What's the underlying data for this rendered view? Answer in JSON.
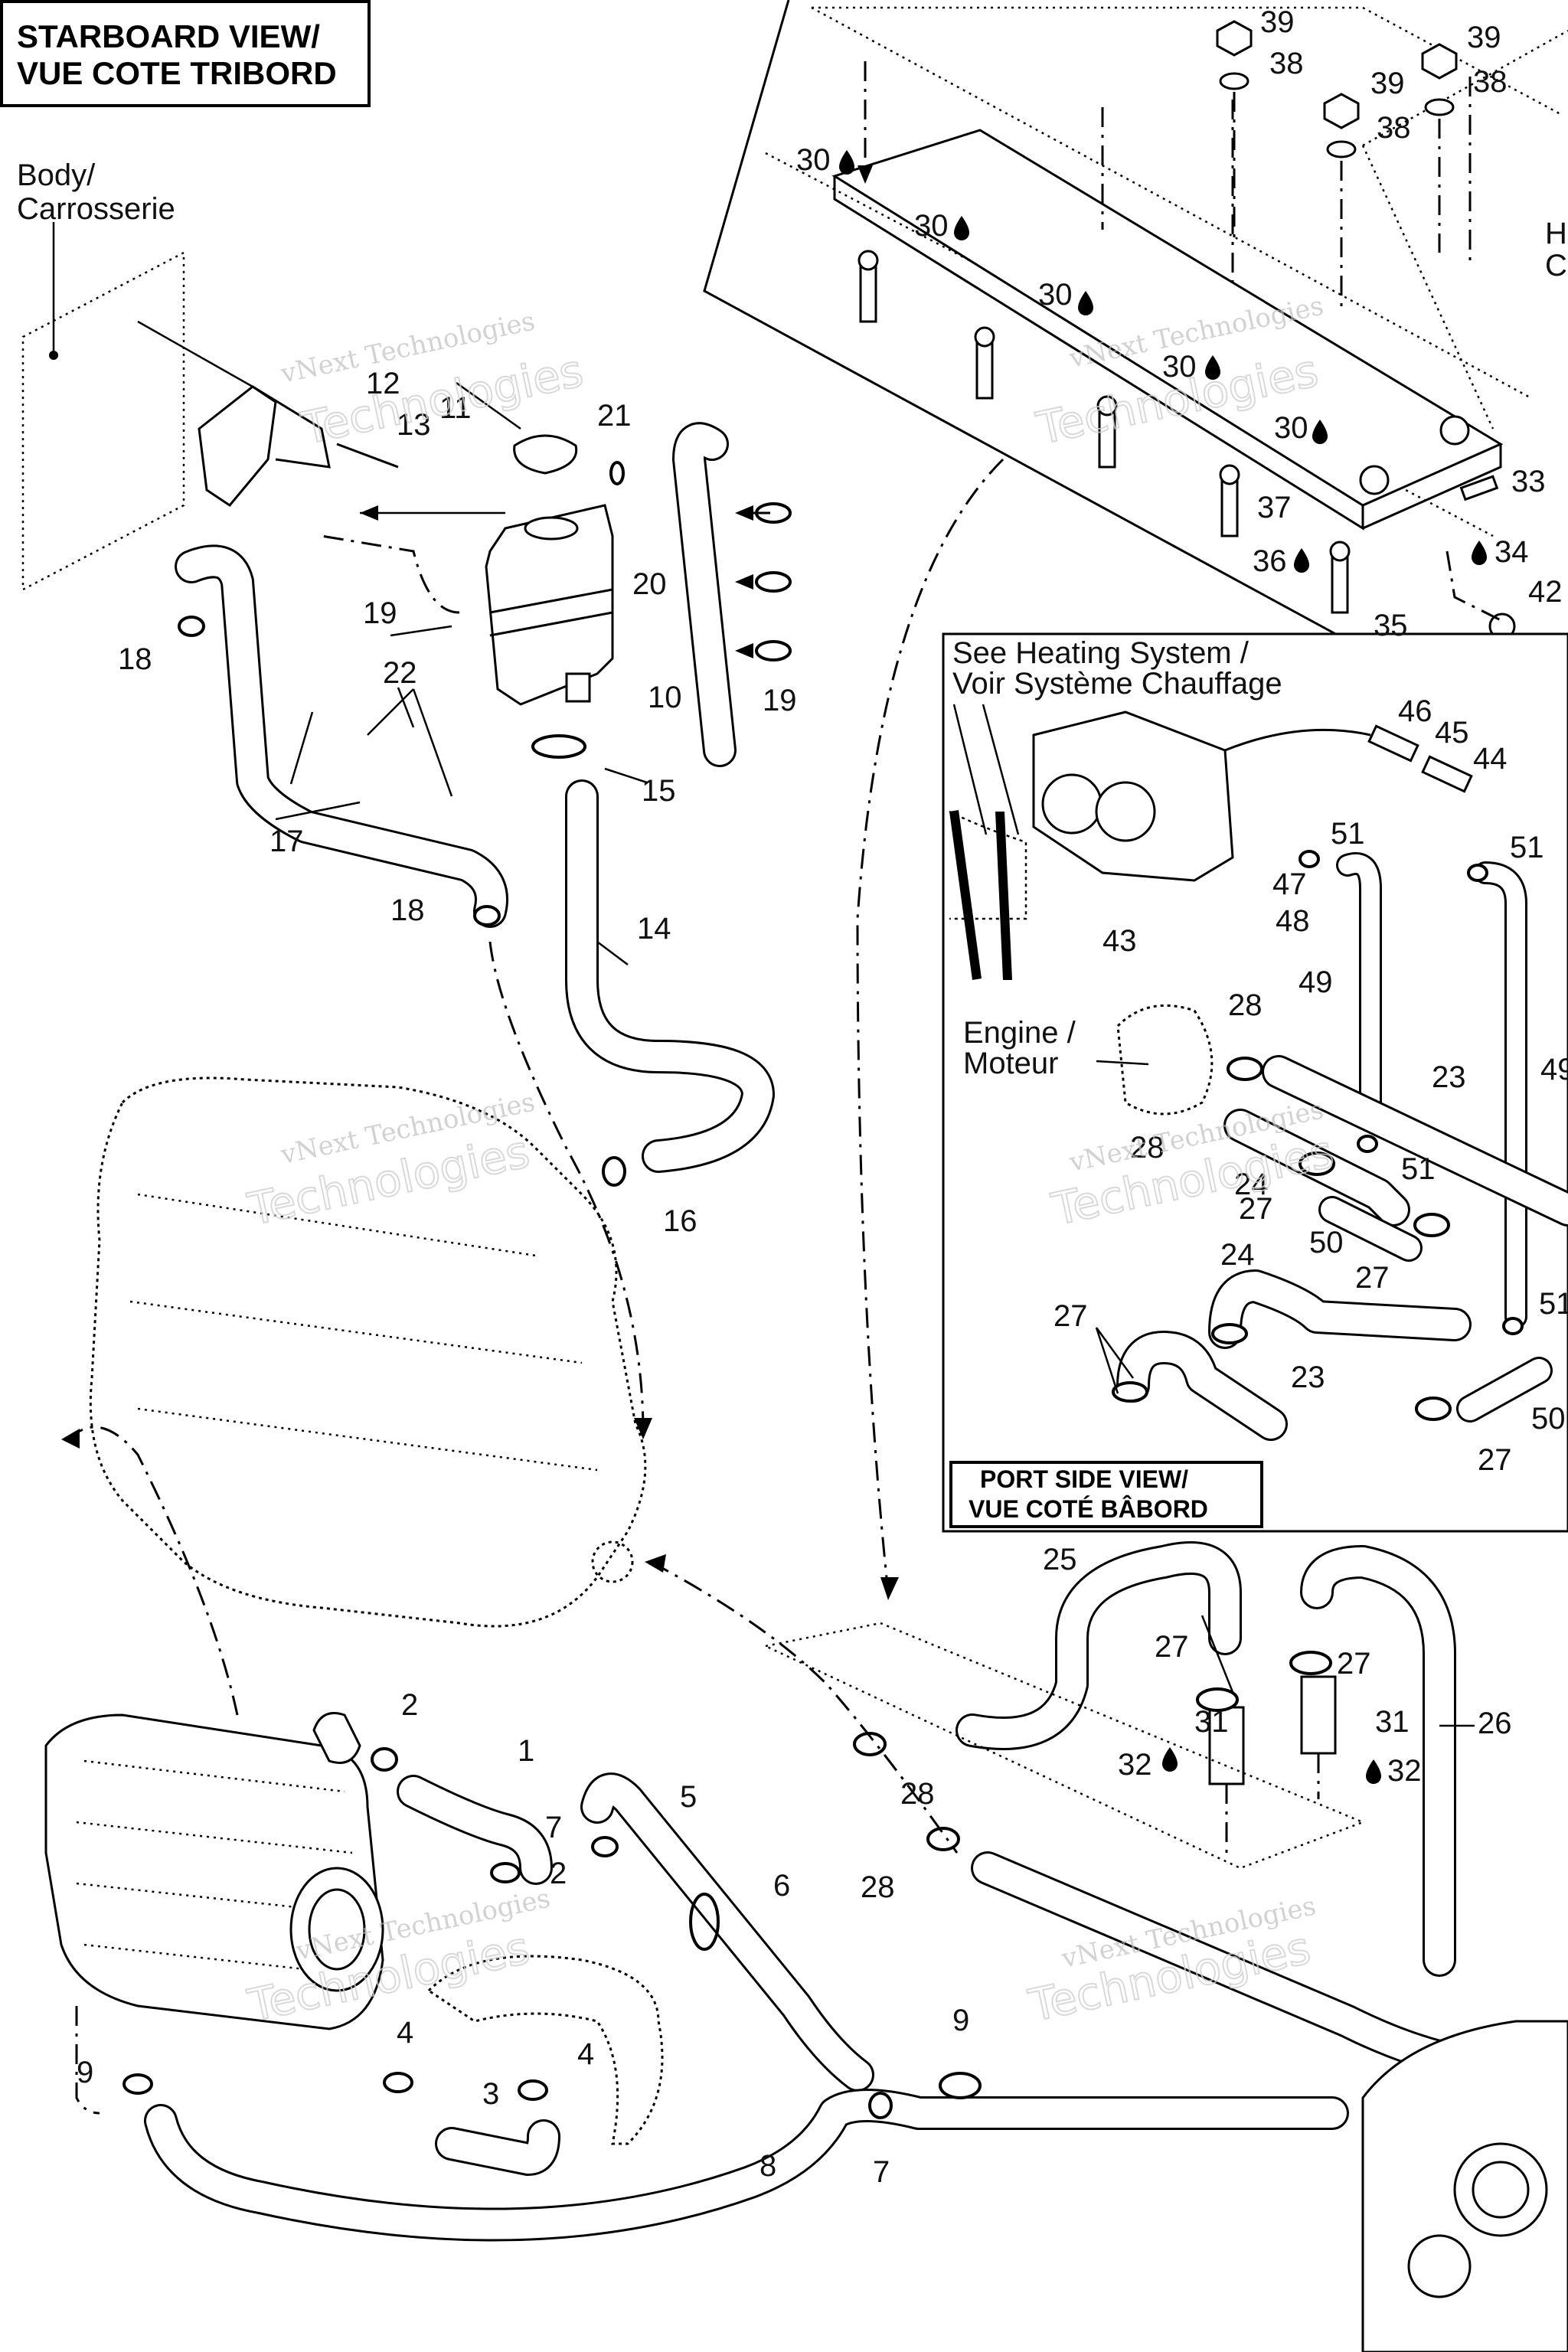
{
  "titles": {
    "starboard_line1": "STARBOARD VIEW/",
    "starboard_line2": "VUE COTE TRIBORD",
    "port_line1": "PORT SIDE VIEW/",
    "port_line2": "VUE COTÉ BÂBORD"
  },
  "notes": {
    "body_line1": "Body/",
    "body_line2": "Carrosserie",
    "heating_line1": "See Heating System /",
    "heating_line2": "Voir Système Chauffage",
    "engine_line1": "Engine /",
    "engine_line2": "Moteur",
    "hull_line1": "H",
    "hull_line2": "C"
  },
  "watermarks": {
    "brand": "vNext Technologies",
    "word": "Technologies"
  },
  "callouts": {
    "c1": "1",
    "c2a": "2",
    "c2b": "2",
    "c3": "3",
    "c4a": "4",
    "c4b": "4",
    "c5": "5",
    "c6": "6",
    "c7a": "7",
    "c7b": "7",
    "c8": "8",
    "c9a": "9",
    "c9b": "9",
    "c10": "10",
    "c11": "11",
    "c12": "12",
    "c13": "13",
    "c14": "14",
    "c15": "15",
    "c16": "16",
    "c17": "17",
    "c18a": "18",
    "c18b": "18",
    "c19a": "19",
    "c19b": "19",
    "c20": "20",
    "c21": "21",
    "c22": "22",
    "c23a": "23",
    "c23b": "23",
    "c24a": "24",
    "c24b": "24",
    "c25": "25",
    "c26": "26",
    "c27a": "27",
    "c27b": "27",
    "c27c": "27",
    "c27d": "27",
    "c27e": "27",
    "c27f": "27",
    "c28a": "28",
    "c28b": "28",
    "c28c": "28",
    "c28d": "28",
    "c30a": "30",
    "c30b": "30",
    "c30c": "30",
    "c30d": "30",
    "c30e": "30",
    "c31a": "31",
    "c31b": "31",
    "c32a": "32",
    "c32b": "32",
    "c33": "33",
    "c34": "34",
    "c35": "35",
    "c36": "36",
    "c37": "37",
    "c38a": "38",
    "c38b": "38",
    "c38c": "38",
    "c39a": "39",
    "c39b": "39",
    "c39c": "39",
    "c42": "42",
    "c43": "43",
    "c44": "44",
    "c45": "45",
    "c46": "46",
    "c47": "47",
    "c48": "48",
    "c49a": "49",
    "c49b": "49",
    "c50a": "50",
    "c50b": "50",
    "c51a": "51",
    "c51b": "51",
    "c51c": "51",
    "c51d": "51"
  },
  "colors": {
    "ink": "#000000",
    "watermark": "#bfbfbf",
    "background": "#ffffff"
  }
}
